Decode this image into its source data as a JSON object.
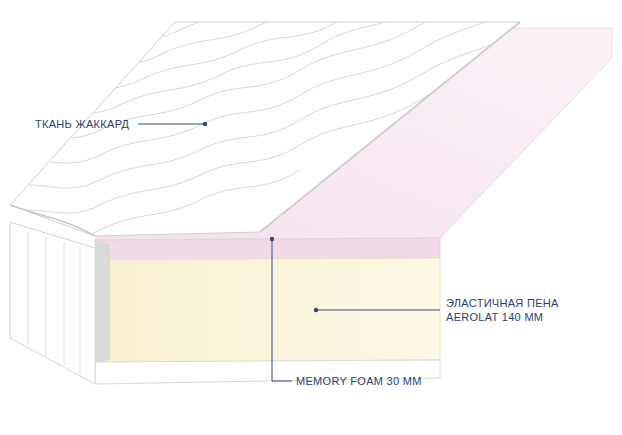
{
  "diagram": {
    "labels": [
      "ТКАНЬ ЖАККАРД",
      "ЭЛАСТИЧНАЯ ПЕНА AEROLAT 140 ММ",
      "MEMORY FOAM 30 ММ"
    ]
  }
}
